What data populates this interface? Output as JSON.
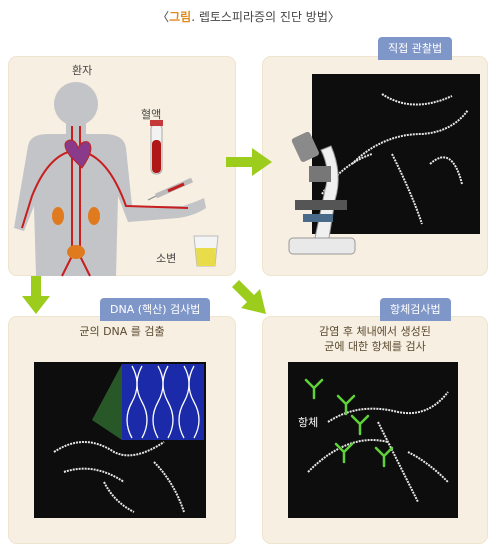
{
  "title": {
    "bracket_open": "〈",
    "highlight": "그림",
    "rest": ". 렙토스피라증의 진단 방법",
    "bracket_close": "〉"
  },
  "patient_panel": {
    "label_patient": "환자",
    "label_blood": "혈액",
    "label_urine": "소변"
  },
  "direct_panel": {
    "tag": "직접 관찰법"
  },
  "dna_panel": {
    "tag": "DNA (핵산) 검사법",
    "caption": "균의 DNA 를 검출"
  },
  "antibody_panel": {
    "tag": "항체검사법",
    "caption_line1": "감염 후 체내에서 생성된",
    "caption_line2": "균에 대한 항체를  검사",
    "label_antibody": "항체"
  },
  "colors": {
    "panel_bg": "#f7efe1",
    "tag_bg": "#7f97c8",
    "arrow": "#9ccc1c",
    "title_accent": "#e08a1e",
    "antibody": "#5fd23a"
  }
}
